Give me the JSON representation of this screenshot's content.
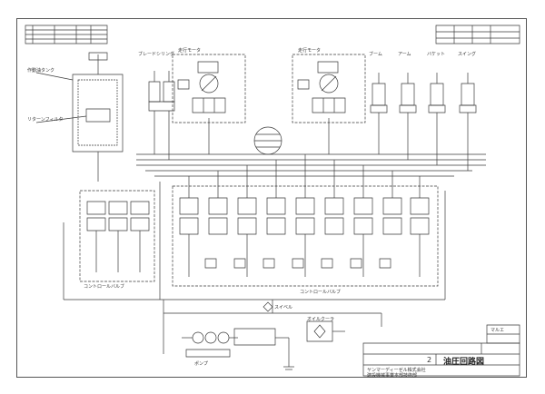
{
  "drawing": {
    "title": "油圧回路図",
    "company_line1": "ヤンマーディーゼル株式会社",
    "company_line2": "建設機械事業本部技術部",
    "stamp": "2",
    "revision_stamp": "マルエ",
    "labels": {
      "tank": "作動油タンク",
      "return_filter": "リターンフィルタ",
      "pump": "ポンプ",
      "swivel": "スイベル",
      "oil_cooler": "オイルクーラ",
      "left_valve": "コントロールバルブ",
      "right_valve": "コントロールバルブ",
      "motor_left": "走行モータ",
      "motor_right": "走行モータ",
      "blade_cyl": "ブレードシリンダ",
      "boom_cyl": "ブーム",
      "arm_cyl": "アーム",
      "bucket_cyl": "バケット",
      "swing_cyl": "スイング"
    }
  },
  "colors": {
    "line": "#3a3a3a",
    "paper": "#ffffff",
    "frame": "#555555"
  }
}
